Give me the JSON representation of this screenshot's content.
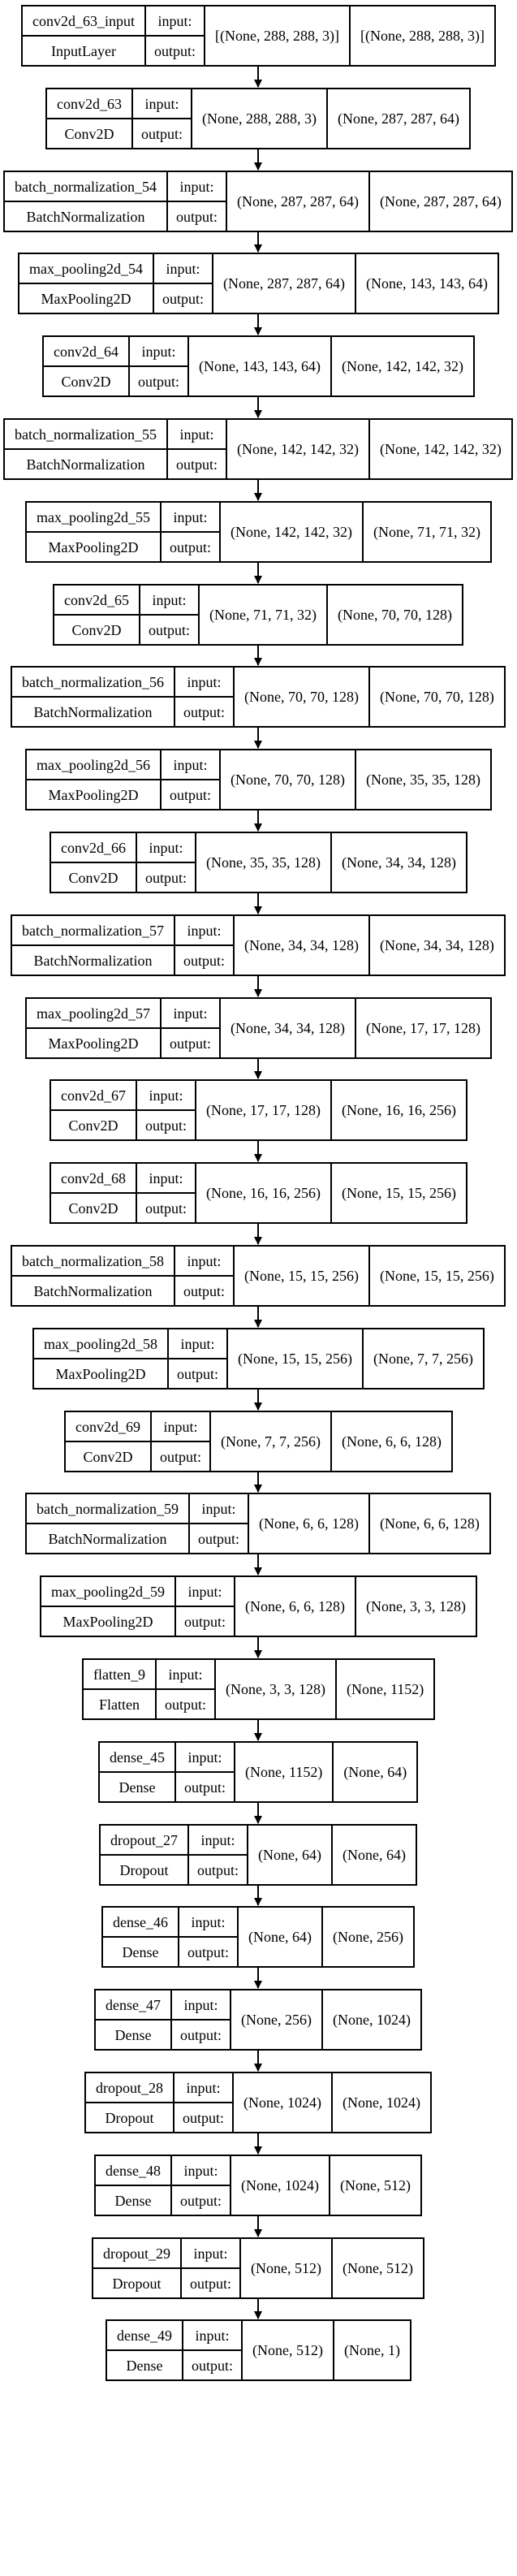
{
  "labels": {
    "input": "input:",
    "output": "output:"
  },
  "layers": [
    {
      "name": "conv2d_63_input",
      "type": "InputLayer",
      "in": "[(None, 288, 288, 3)]",
      "out": "[(None, 288, 288, 3)]"
    },
    {
      "name": "conv2d_63",
      "type": "Conv2D",
      "in": "(None, 288, 288, 3)",
      "out": "(None, 287, 287, 64)"
    },
    {
      "name": "batch_normalization_54",
      "type": "BatchNormalization",
      "in": "(None, 287, 287, 64)",
      "out": "(None, 287, 287, 64)"
    },
    {
      "name": "max_pooling2d_54",
      "type": "MaxPooling2D",
      "in": "(None, 287, 287, 64)",
      "out": "(None, 143, 143, 64)"
    },
    {
      "name": "conv2d_64",
      "type": "Conv2D",
      "in": "(None, 143, 143, 64)",
      "out": "(None, 142, 142, 32)"
    },
    {
      "name": "batch_normalization_55",
      "type": "BatchNormalization",
      "in": "(None, 142, 142, 32)",
      "out": "(None, 142, 142, 32)"
    },
    {
      "name": "max_pooling2d_55",
      "type": "MaxPooling2D",
      "in": "(None, 142, 142, 32)",
      "out": "(None, 71, 71, 32)"
    },
    {
      "name": "conv2d_65",
      "type": "Conv2D",
      "in": "(None, 71, 71, 32)",
      "out": "(None, 70, 70, 128)"
    },
    {
      "name": "batch_normalization_56",
      "type": "BatchNormalization",
      "in": "(None, 70, 70, 128)",
      "out": "(None, 70, 70, 128)"
    },
    {
      "name": "max_pooling2d_56",
      "type": "MaxPooling2D",
      "in": "(None, 70, 70, 128)",
      "out": "(None, 35, 35, 128)"
    },
    {
      "name": "conv2d_66",
      "type": "Conv2D",
      "in": "(None, 35, 35, 128)",
      "out": "(None, 34, 34, 128)"
    },
    {
      "name": "batch_normalization_57",
      "type": "BatchNormalization",
      "in": "(None, 34, 34, 128)",
      "out": "(None, 34, 34, 128)"
    },
    {
      "name": "max_pooling2d_57",
      "type": "MaxPooling2D",
      "in": "(None, 34, 34, 128)",
      "out": "(None, 17, 17, 128)"
    },
    {
      "name": "conv2d_67",
      "type": "Conv2D",
      "in": "(None, 17, 17, 128)",
      "out": "(None, 16, 16, 256)"
    },
    {
      "name": "conv2d_68",
      "type": "Conv2D",
      "in": "(None, 16, 16, 256)",
      "out": "(None, 15, 15, 256)"
    },
    {
      "name": "batch_normalization_58",
      "type": "BatchNormalization",
      "in": "(None, 15, 15, 256)",
      "out": "(None, 15, 15, 256)"
    },
    {
      "name": "max_pooling2d_58",
      "type": "MaxPooling2D",
      "in": "(None, 15, 15, 256)",
      "out": "(None, 7, 7, 256)"
    },
    {
      "name": "conv2d_69",
      "type": "Conv2D",
      "in": "(None, 7, 7, 256)",
      "out": "(None, 6, 6, 128)"
    },
    {
      "name": "batch_normalization_59",
      "type": "BatchNormalization",
      "in": "(None, 6, 6, 128)",
      "out": "(None, 6, 6, 128)"
    },
    {
      "name": "max_pooling2d_59",
      "type": "MaxPooling2D",
      "in": "(None, 6, 6, 128)",
      "out": "(None, 3, 3, 128)"
    },
    {
      "name": "flatten_9",
      "type": "Flatten",
      "in": "(None, 3, 3, 128)",
      "out": "(None, 1152)"
    },
    {
      "name": "dense_45",
      "type": "Dense",
      "in": "(None, 1152)",
      "out": "(None, 64)"
    },
    {
      "name": "dropout_27",
      "type": "Dropout",
      "in": "(None, 64)",
      "out": "(None, 64)"
    },
    {
      "name": "dense_46",
      "type": "Dense",
      "in": "(None, 64)",
      "out": "(None, 256)"
    },
    {
      "name": "dense_47",
      "type": "Dense",
      "in": "(None, 256)",
      "out": "(None, 1024)"
    },
    {
      "name": "dropout_28",
      "type": "Dropout",
      "in": "(None, 1024)",
      "out": "(None, 1024)"
    },
    {
      "name": "dense_48",
      "type": "Dense",
      "in": "(None, 1024)",
      "out": "(None, 512)"
    },
    {
      "name": "dropout_29",
      "type": "Dropout",
      "in": "(None, 512)",
      "out": "(None, 512)"
    },
    {
      "name": "dense_49",
      "type": "Dense",
      "in": "(None, 512)",
      "out": "(None, 1)"
    }
  ]
}
